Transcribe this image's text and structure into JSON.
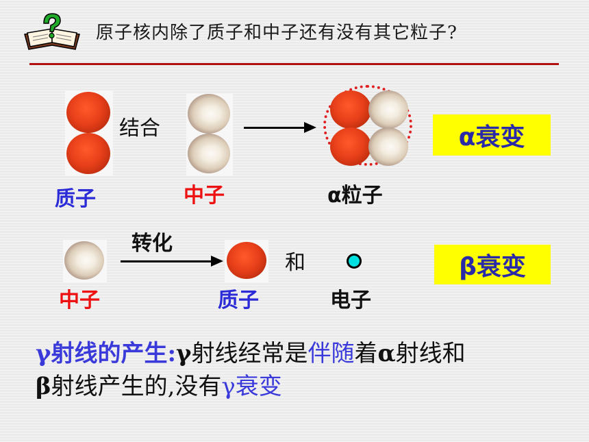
{
  "title": "原子核内除了质子和中子还有没有其它粒子?",
  "icon_name": "book-question-icon",
  "alpha_row": {
    "combine_label": "结合",
    "proton_label": "质子",
    "neutron_label": "中子",
    "particle_label": "α粒子",
    "decay_label": "α衰变"
  },
  "beta_row": {
    "convert_label": "转化",
    "neutron_label": "中子",
    "proton_label": "质子",
    "and_label": "和",
    "electron_label": "电子",
    "decay_label": "β衰变"
  },
  "gamma": {
    "heading": "γ射线的产生:",
    "line1_a": "γ",
    "line1_b": "射线经常是",
    "line1_c": "伴随",
    "line1_d": "着",
    "line1_e": "α",
    "line1_f": "射线和",
    "line2_a": "β",
    "line2_b": "射线产生的,没有",
    "line2_c": "γ衰变"
  },
  "colors": {
    "accent_red": "#ee1111",
    "label_blue": "#2b2bd8",
    "highlight_yellow": "#ffff00",
    "rule_red": "#b01010"
  }
}
